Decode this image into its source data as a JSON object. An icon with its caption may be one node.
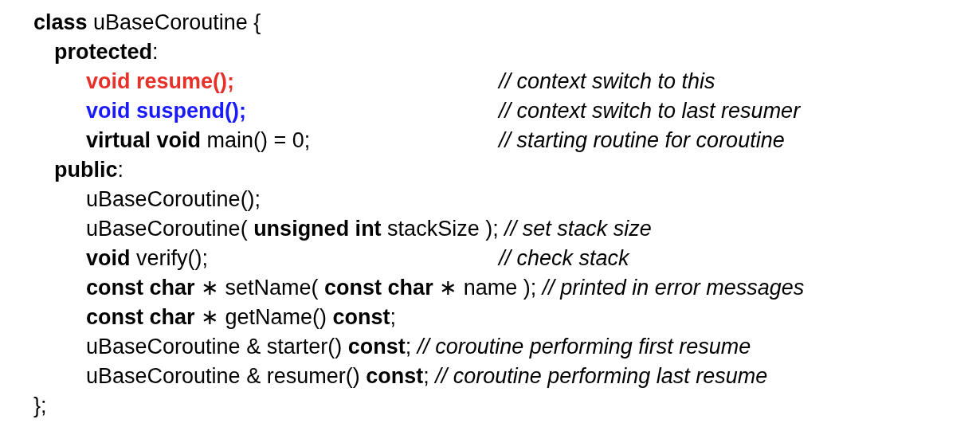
{
  "diagram": {
    "labels": [
      "**class** uBaseCoroutine {",
      "**protected**:",
      "void resume();",
      "// context switch to this",
      "void suspend();",
      "// context switch to last resumer",
      "**virtual void** main() = 0;",
      "// starting routine for coroutine",
      "**public**:",
      "uBaseCoroutine();",
      "uBaseCoroutine( **unsigned int** stackSize ); *// set stack size*",
      "**void** verify();",
      "// check stack",
      "**const char** ∗ setName( **const char** ∗ name ); *// printed in error messages*",
      "**const char** ∗ getName() **const**;",
      "uBaseCoroutine & starter() **const**; *// coroutine performing first resume*",
      "uBaseCoroutine & resumer() **const**; *// coroutine performing last resume*",
      "};"
    ]
  }
}
